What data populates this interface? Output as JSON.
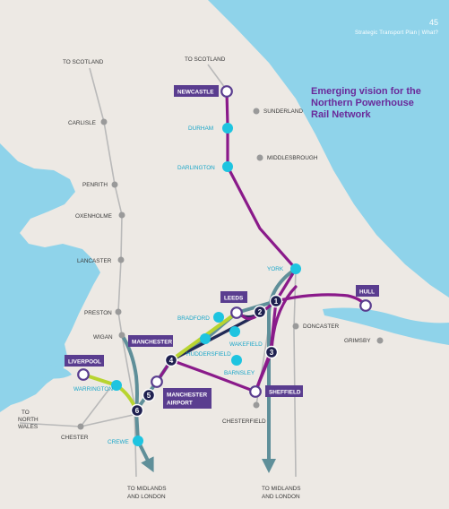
{
  "header": {
    "page_number": "45",
    "section": "Strategic Transport Plan | What?"
  },
  "title_lines": [
    "Emerging vision for the",
    "Northern Powerhouse",
    "Rail Network"
  ],
  "colors": {
    "sea": "#8fd3ea",
    "land": "#ede9e4",
    "purple_line": "#8a1a8a",
    "teal_line": "#5f8f99",
    "green_line": "#b8d430",
    "navy_line": "#222a56",
    "grey_line": "#b9b9b9",
    "station_cyan": "#1ec4e0",
    "label_box": "#5a3d8f",
    "grey_station": "#9a9a9a"
  },
  "labels": {
    "to_scotland_west": "TO SCOTLAND",
    "to_scotland_east": "TO SCOTLAND",
    "carlisle": "CARLISLE",
    "penrith": "PENRITH",
    "oxenholme": "OXENHOLME",
    "lancaster": "LANCASTER",
    "preston": "PRESTON",
    "wigan": "WIGAN",
    "to_north_wales_line1": "TO",
    "to_north_wales_line2": "NORTH",
    "to_north_wales_line3": "WALES",
    "chester": "CHESTER",
    "to_midlands_west_line1": "TO MIDLANDS",
    "to_midlands_west_line2": "AND LONDON",
    "to_midlands_east_line1": "TO MIDLANDS",
    "to_midlands_east_line2": "AND LONDON",
    "sunderland": "SUNDERLAND",
    "middlesbrough": "MIDDLESBROUGH",
    "doncaster": "DONCASTER",
    "grimsby": "GRIMSBY",
    "chesterfield": "CHESTERFIELD",
    "durham": "DURHAM",
    "darlington": "DARLINGTON",
    "york": "YORK",
    "bradford": "BRADFORD",
    "huddersfield": "HUDDERSFIELD",
    "wakefield": "WAKEFIELD",
    "barnsley": "BARNSLEY",
    "warrington": "WARRINGTON",
    "crewe": "CREWE",
    "newcastle": "NEWCASTLE",
    "leeds": "LEEDS",
    "hull": "HULL",
    "manchester": "MANCHESTER",
    "liverpool": "LIVERPOOL",
    "manchester_airport_line1": "MANCHESTER",
    "manchester_airport_line2": "AIRPORT",
    "sheffield": "SHEFFIELD"
  },
  "hubs": {
    "one": "1",
    "two": "2",
    "three": "3",
    "four": "4",
    "five": "5",
    "six": "6"
  }
}
